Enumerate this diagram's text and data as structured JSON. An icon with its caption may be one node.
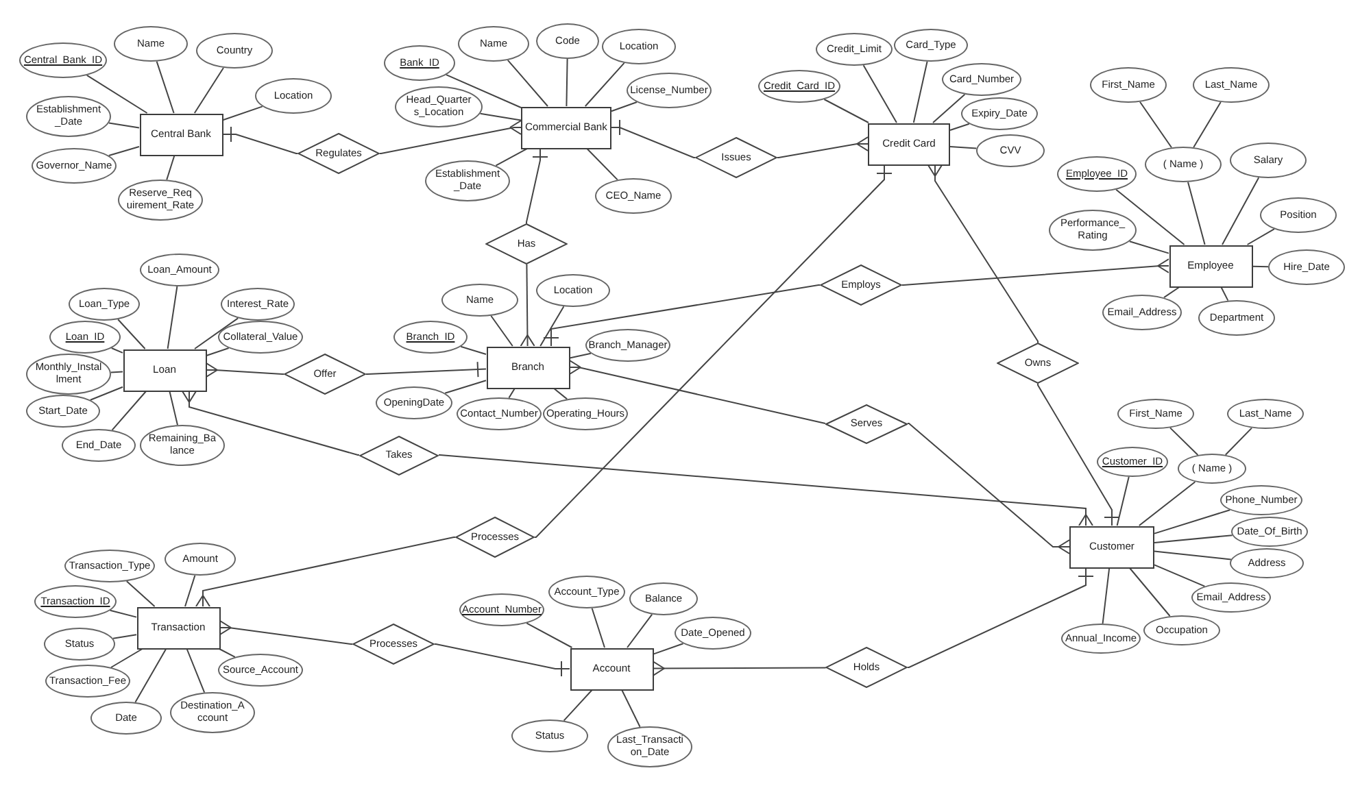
{
  "diagram": {
    "nodes": [
      {
        "text": [
          "Central Bank"
        ]
      },
      {
        "text": [
          "Central_Bank_ID"
        ]
      },
      {
        "text": [
          "Name"
        ]
      },
      {
        "text": [
          "Country"
        ]
      },
      {
        "text": [
          "Location"
        ]
      },
      {
        "text": [
          "Establishment_Date"
        ]
      },
      {
        "text": [
          "Governor_Name"
        ]
      },
      {
        "text": [
          "Reserve_Requirement_Rate"
        ]
      },
      {
        "text": [
          "Regulates"
        ]
      },
      {
        "text": [
          "Commercial Bank"
        ]
      },
      {
        "text": [
          "Bank_ID"
        ]
      },
      {
        "text": [
          "Name"
        ]
      },
      {
        "text": [
          "Code"
        ]
      },
      {
        "text": [
          "Location"
        ]
      },
      {
        "text": [
          "Head_Quarters_Location"
        ]
      },
      {
        "text": [
          "License_Number"
        ]
      },
      {
        "text": [
          "Establishment_Date"
        ]
      },
      {
        "text": [
          "CEO_Name"
        ]
      },
      {
        "text": [
          "Issues"
        ]
      },
      {
        "text": [
          "Credit Card"
        ]
      },
      {
        "text": [
          "Credit_Card_ID"
        ]
      },
      {
        "text": [
          "Credit_Limit"
        ]
      },
      {
        "text": [
          "Card_Type"
        ]
      },
      {
        "text": [
          "Card_Number"
        ]
      },
      {
        "text": [
          "Expiry_Date"
        ]
      },
      {
        "text": [
          "CVV"
        ]
      },
      {
        "text": [
          "Has"
        ]
      },
      {
        "text": [
          "Employee"
        ]
      },
      {
        "text": [
          "First_Name"
        ]
      },
      {
        "text": [
          "Last_Name"
        ]
      },
      {
        "text": [
          "( Name )"
        ]
      },
      {
        "text": [
          "Employee_ID"
        ]
      },
      {
        "text": [
          "Salary"
        ]
      },
      {
        "text": [
          "Performance_Rating"
        ]
      },
      {
        "text": [
          "Position"
        ]
      },
      {
        "text": [
          "Hire_Date"
        ]
      },
      {
        "text": [
          "Email_Address"
        ]
      },
      {
        "text": [
          "Department"
        ]
      },
      {
        "text": [
          "Employs"
        ]
      },
      {
        "text": [
          "Loan"
        ]
      },
      {
        "text": [
          "Loan_Type"
        ]
      },
      {
        "text": [
          "Loan_Amount"
        ]
      },
      {
        "text": [
          "Interest_Rate"
        ]
      },
      {
        "text": [
          "Loan_ID"
        ]
      },
      {
        "text": [
          "Collateral_Value"
        ]
      },
      {
        "text": [
          "Monthly_Installment"
        ]
      },
      {
        "text": [
          "Start_Date"
        ]
      },
      {
        "text": [
          "End_Date"
        ]
      },
      {
        "text": [
          "Remaining_Balance"
        ]
      },
      {
        "text": [
          "Offer"
        ]
      },
      {
        "text": [
          "Branch"
        ]
      },
      {
        "text": [
          "Name"
        ]
      },
      {
        "text": [
          "Location"
        ]
      },
      {
        "text": [
          "Branch_ID"
        ]
      },
      {
        "text": [
          "Branch_Manager"
        ]
      },
      {
        "text": [
          "OpeningDate"
        ]
      },
      {
        "text": [
          "Contact_Number"
        ]
      },
      {
        "text": [
          "Operating_Hours"
        ]
      },
      {
        "text": [
          "Owns"
        ]
      },
      {
        "text": [
          "Takes"
        ]
      },
      {
        "text": [
          "Serves"
        ]
      },
      {
        "text": [
          "Processes"
        ]
      },
      {
        "text": [
          "Customer"
        ]
      },
      {
        "text": [
          "First_Name"
        ]
      },
      {
        "text": [
          "Last_Name"
        ]
      },
      {
        "text": [
          "Customer_ID"
        ]
      },
      {
        "text": [
          "( Name )"
        ]
      },
      {
        "text": [
          "Phone_Number"
        ]
      },
      {
        "text": [
          "Date_Of_Birth"
        ]
      },
      {
        "text": [
          "Address"
        ]
      },
      {
        "text": [
          "Email_Address"
        ]
      },
      {
        "text": [
          "Occupation"
        ]
      },
      {
        "text": [
          "Annual_Income"
        ]
      },
      {
        "text": [
          "Transaction"
        ]
      },
      {
        "text": [
          "Transaction_Type"
        ]
      },
      {
        "text": [
          "Amount"
        ]
      },
      {
        "text": [
          "Transaction_ID"
        ]
      },
      {
        "text": [
          "Status"
        ]
      },
      {
        "text": [
          "Transaction_Fee"
        ]
      },
      {
        "text": [
          "Source_Account"
        ]
      },
      {
        "text": [
          "Date"
        ]
      },
      {
        "text": [
          "Destination_Account"
        ]
      },
      {
        "text": [
          "Processes"
        ]
      },
      {
        "text": [
          "Account"
        ]
      },
      {
        "text": [
          "Account_Number"
        ]
      },
      {
        "text": [
          "Account_Type"
        ]
      },
      {
        "text": [
          "Balance"
        ]
      },
      {
        "text": [
          "Date_Opened"
        ]
      },
      {
        "text": [
          "Status"
        ]
      },
      {
        "text": [
          "Last_Transaction_Date"
        ]
      },
      {
        "text": [
          "Holds"
        ]
      }
    ],
    "edges": [
      {
        "from": 0,
        "to": 1,
        "arrow": "none"
      },
      {
        "from": 0,
        "to": 2,
        "arrow": "none"
      },
      {
        "from": 0,
        "to": 3,
        "arrow": "none"
      },
      {
        "from": 0,
        "to": 4,
        "arrow": "none"
      },
      {
        "from": 0,
        "to": 5,
        "arrow": "none"
      },
      {
        "from": 0,
        "to": 6,
        "arrow": "none"
      },
      {
        "from": 0,
        "to": 7,
        "arrow": "none"
      },
      {
        "from": 8,
        "to": 0,
        "arrow": "other"
      },
      {
        "from": 8,
        "to": 9,
        "arrow": "other"
      },
      {
        "from": 9,
        "to": 10,
        "arrow": "none"
      },
      {
        "from": 9,
        "to": 11,
        "arrow": "none"
      },
      {
        "from": 9,
        "to": 12,
        "arrow": "none"
      },
      {
        "from": 9,
        "to": 13,
        "arrow": "none"
      },
      {
        "from": 9,
        "to": 14,
        "arrow": "none"
      },
      {
        "from": 9,
        "to": 15,
        "arrow": "none"
      },
      {
        "from": 9,
        "to": 16,
        "arrow": "none"
      },
      {
        "from": 9,
        "to": 17,
        "arrow": "none"
      },
      {
        "from": 18,
        "to": 9,
        "arrow": "other"
      },
      {
        "from": 18,
        "to": 19,
        "arrow": "other"
      },
      {
        "from": 19,
        "to": 20,
        "arrow": "none"
      },
      {
        "from": 19,
        "to": 21,
        "arrow": "none"
      },
      {
        "from": 19,
        "to": 22,
        "arrow": "none"
      },
      {
        "from": 19,
        "to": 23,
        "arrow": "none"
      },
      {
        "from": 19,
        "to": 24,
        "arrow": "none"
      },
      {
        "from": 19,
        "to": 25,
        "arrow": "none"
      },
      {
        "from": 26,
        "to": 9,
        "arrow": "other"
      },
      {
        "from": 26,
        "to": 50,
        "arrow": "other"
      },
      {
        "from": 27,
        "to": 30,
        "arrow": "none"
      },
      {
        "from": 30,
        "to": 28,
        "arrow": "none"
      },
      {
        "from": 30,
        "to": 29,
        "arrow": "none"
      },
      {
        "from": 27,
        "to": 31,
        "arrow": "none"
      },
      {
        "from": 27,
        "to": 32,
        "arrow": "none"
      },
      {
        "from": 27,
        "to": 33,
        "arrow": "none"
      },
      {
        "from": 27,
        "to": 34,
        "arrow": "none"
      },
      {
        "from": 27,
        "to": 35,
        "arrow": "none"
      },
      {
        "from": 27,
        "to": 36,
        "arrow": "none"
      },
      {
        "from": 27,
        "to": 37,
        "arrow": "none"
      },
      {
        "from": 38,
        "to": 50,
        "arrow": "other"
      },
      {
        "from": 38,
        "to": 27,
        "arrow": "other"
      },
      {
        "from": 39,
        "to": 40,
        "arrow": "none"
      },
      {
        "from": 39,
        "to": 41,
        "arrow": "none"
      },
      {
        "from": 39,
        "to": 42,
        "arrow": "none"
      },
      {
        "from": 39,
        "to": 43,
        "arrow": "none"
      },
      {
        "from": 39,
        "to": 44,
        "arrow": "none"
      },
      {
        "from": 39,
        "to": 45,
        "arrow": "none"
      },
      {
        "from": 39,
        "to": 46,
        "arrow": "none"
      },
      {
        "from": 39,
        "to": 47,
        "arrow": "none"
      },
      {
        "from": 39,
        "to": 48,
        "arrow": "none"
      },
      {
        "from": 49,
        "to": 39,
        "arrow": "other"
      },
      {
        "from": 49,
        "to": 50,
        "arrow": "other"
      },
      {
        "from": 50,
        "to": 51,
        "arrow": "none"
      },
      {
        "from": 50,
        "to": 52,
        "arrow": "none"
      },
      {
        "from": 50,
        "to": 53,
        "arrow": "none"
      },
      {
        "from": 50,
        "to": 54,
        "arrow": "none"
      },
      {
        "from": 50,
        "to": 55,
        "arrow": "none"
      },
      {
        "from": 50,
        "to": 56,
        "arrow": "none"
      },
      {
        "from": 50,
        "to": 57,
        "arrow": "none"
      },
      {
        "from": 58,
        "to": 19,
        "arrow": "other"
      },
      {
        "from": 58,
        "to": 62,
        "arrow": "other"
      },
      {
        "from": 59,
        "to": 39,
        "arrow": "other"
      },
      {
        "from": 59,
        "to": 62,
        "arrow": "other"
      },
      {
        "from": 60,
        "to": 50,
        "arrow": "other"
      },
      {
        "from": 60,
        "to": 62,
        "arrow": "other"
      },
      {
        "from": 61,
        "to": 19,
        "arrow": "other"
      },
      {
        "from": 61,
        "to": 73,
        "arrow": "other"
      },
      {
        "from": 62,
        "to": 65,
        "arrow": "none"
      },
      {
        "from": 62,
        "to": 66,
        "arrow": "none"
      },
      {
        "from": 66,
        "to": 63,
        "arrow": "none"
      },
      {
        "from": 66,
        "to": 64,
        "arrow": "none"
      },
      {
        "from": 62,
        "to": 67,
        "arrow": "none"
      },
      {
        "from": 62,
        "to": 68,
        "arrow": "none"
      },
      {
        "from": 62,
        "to": 69,
        "arrow": "none"
      },
      {
        "from": 62,
        "to": 70,
        "arrow": "none"
      },
      {
        "from": 62,
        "to": 71,
        "arrow": "none"
      },
      {
        "from": 62,
        "to": 72,
        "arrow": "none"
      },
      {
        "from": 73,
        "to": 74,
        "arrow": "none"
      },
      {
        "from": 73,
        "to": 75,
        "arrow": "none"
      },
      {
        "from": 73,
        "to": 76,
        "arrow": "none"
      },
      {
        "from": 73,
        "to": 77,
        "arrow": "none"
      },
      {
        "from": 73,
        "to": 78,
        "arrow": "none"
      },
      {
        "from": 73,
        "to": 79,
        "arrow": "none"
      },
      {
        "from": 73,
        "to": 80,
        "arrow": "none"
      },
      {
        "from": 73,
        "to": 81,
        "arrow": "none"
      },
      {
        "from": 82,
        "to": 73,
        "arrow": "other"
      },
      {
        "from": 82,
        "to": 83,
        "arrow": "other"
      },
      {
        "from": 83,
        "to": 84,
        "arrow": "none"
      },
      {
        "from": 83,
        "to": 85,
        "arrow": "none"
      },
      {
        "from": 83,
        "to": 86,
        "arrow": "none"
      },
      {
        "from": 83,
        "to": 87,
        "arrow": "none"
      },
      {
        "from": 83,
        "to": 88,
        "arrow": "none"
      },
      {
        "from": 83,
        "to": 89,
        "arrow": "none"
      },
      {
        "from": 90,
        "to": 83,
        "arrow": "other"
      },
      {
        "from": 90,
        "to": 62,
        "arrow": "other"
      }
    ]
  }
}
